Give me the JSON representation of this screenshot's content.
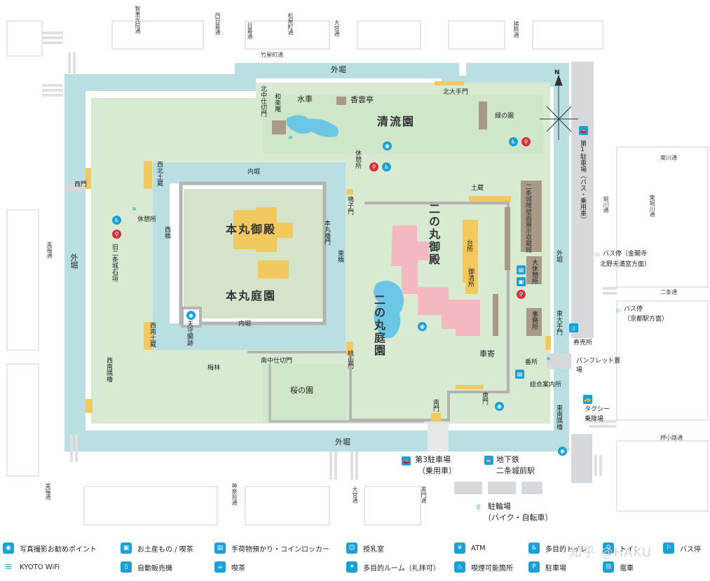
{
  "map": {
    "areas": {
      "kitamaru": "北中仕切門",
      "wa": "和楽庵",
      "suisha": "水車",
      "kouun": "香雲亭",
      "seiryu": "清流園",
      "kitaote": "北大手門",
      "ryoku": "緑の園",
      "uchibori_n": "内堀",
      "uchibori_s": "内堀",
      "sotobori_n": "外堀",
      "sotobori_s": "外堀",
      "sotobori_w": "外堀",
      "sotobori_e": "外堀",
      "nishimon": "西門",
      "seihoku": "西北土蔵",
      "kyukei_w": "休憩所",
      "kyu_nijo": "旧二条城石垣",
      "honmaru_goten": "本丸御殿",
      "honmaru_teien": "本丸庭園",
      "nishibashi": "西橋",
      "honmaru_yagura": "本丸櫓門",
      "higashibashi": "東橋",
      "tenshu": "天守閣跡",
      "seinan_dozo": "西南土蔵",
      "umebayashi": "梅林",
      "seinan_sumi": "西南隅櫓",
      "minaminaka": "南中仕切門",
      "sakura": "桜の園",
      "momoyama": "桃山門",
      "narukomon": "鳴子門",
      "kyukei_c": "休憩所",
      "ninomaru_goten": "二の丸御殿",
      "ninomaru_teien": "二の丸庭園",
      "dozo": "土蔵",
      "daidokoro": "台所",
      "osenjo": "御清所",
      "kuruma": "車寄",
      "karamon": "唐門",
      "nanmon": "南門",
      "tenji": "二条城障壁画展示収蔵館",
      "daikyukei": "大休憩所",
      "jimusho": "事務所",
      "bansho": "番所",
      "higashi_ote": "東大手門",
      "tonan_sumi": "東南隅櫓",
      "kenbai": "券売所",
      "pamphlet": "パンフレット置場",
      "annai": "総合案内所",
      "parking1": "第1駐車場（バス・乗用車）",
      "parking3_a": "第3駐車場",
      "parking3_b": "（乗用車）",
      "subway_a": "地下鉄",
      "subway_b": "二条城前駅",
      "bike_a": "駐輪場",
      "bike_b": "（バイク・自転車）",
      "bus1_a": "バス停（金閣寺",
      "bus1_b": "北野天満宮方面）",
      "bus2_a": "バス停",
      "bus2_b": "（京都駅方面）",
      "taxi_a": "タクシー",
      "taxi_b": "乗降場",
      "north": "N"
    },
    "streets": {
      "chie": "智恵光院通",
      "nishihigurashi": "西日暮通",
      "higurashi": "日暮通",
      "matsuya": "松屋町通",
      "omiya_n": "大宮通",
      "inokuma": "猪熊通",
      "takeya": "竹屋町通",
      "higashihorikawa": "東堀川通",
      "horikawa": "堀川通",
      "mifuku_w": "美福通",
      "mifuku_sw": "美福通",
      "shinsen": "神泉苑通",
      "omiya_s": "大宮通",
      "kuromon": "黒門通",
      "nijo": "二条通",
      "oshikoji": "押小路通"
    }
  },
  "legend": [
    {
      "icon": "camera-icon",
      "label": "写真撮影お勧めポイント"
    },
    {
      "icon": "gift-icon",
      "label": "お土産もの / 喫茶"
    },
    {
      "icon": "locker-icon",
      "label": "手荷物預かり・コインロッカー"
    },
    {
      "icon": "nursing-icon",
      "label": "授乳室"
    },
    {
      "icon": "atm-icon",
      "label": "ATM"
    },
    {
      "icon": "accessible-toilet-icon",
      "label": "多目的トイレ"
    },
    {
      "icon": "toilet-icon",
      "label": "トイレ"
    },
    {
      "icon": "bus-stop-icon",
      "label": "バス停"
    },
    {
      "icon": "wifi-icon",
      "label": "KYOTO WiFi"
    },
    {
      "icon": "vending-icon",
      "label": "自動販売機"
    },
    {
      "icon": "tea-icon",
      "label": "喫茶"
    },
    {
      "icon": "prayer-room-icon",
      "label": "多目的ルーム（礼拝可）"
    },
    {
      "icon": "smoking-icon",
      "label": "喫煙可能箇所"
    },
    {
      "icon": "parking-icon",
      "label": "駐車場"
    },
    {
      "icon": "train-icon",
      "label": "電車"
    }
  ],
  "watermark": "知乎 @HAKU",
  "colors": {
    "moat": "#b9dfe3",
    "garden": "#d9ead3",
    "palace_honmaru": "#f2c95f",
    "palace_ninomaru": "#f4b8c0",
    "building": "#a89a86",
    "wall": "#b3b3b3",
    "icon": "#1a9fd6"
  }
}
